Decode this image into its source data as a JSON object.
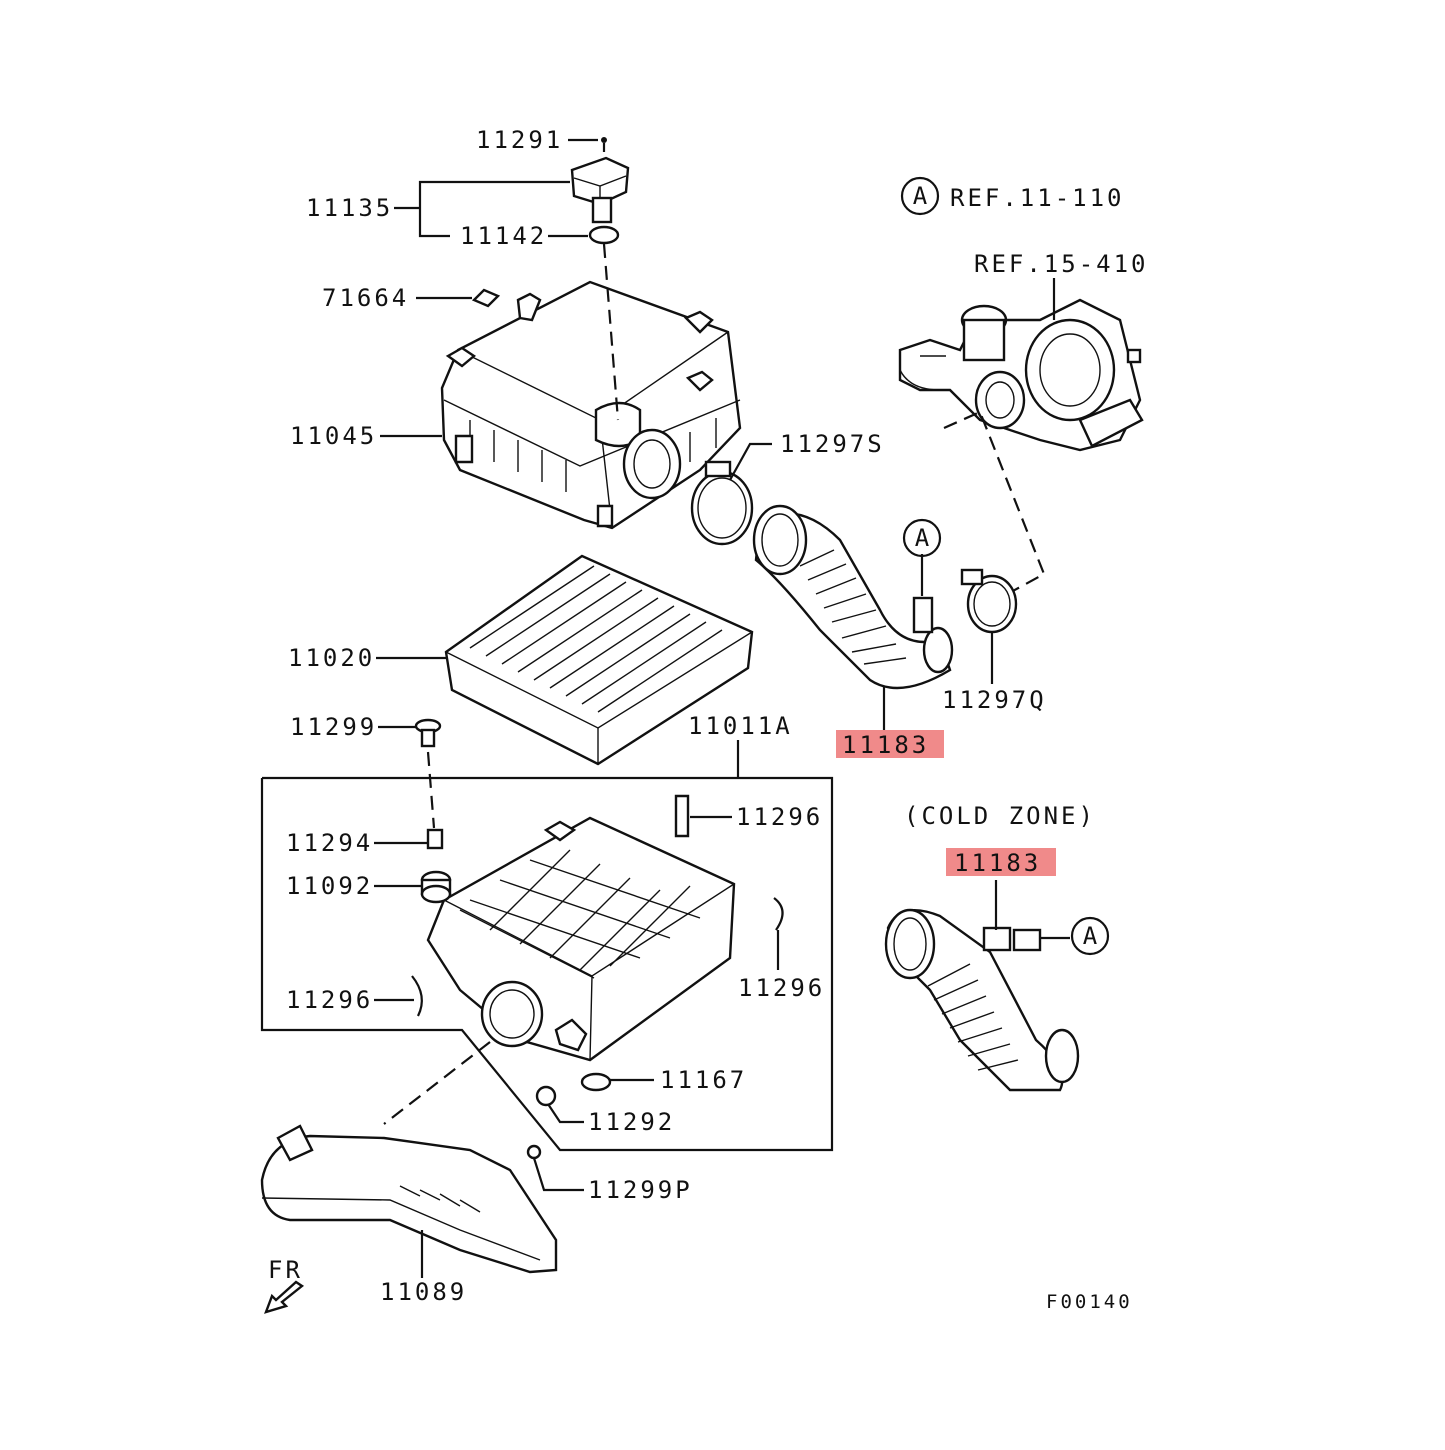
{
  "diagram": {
    "code": "F00140",
    "front_label": "FR",
    "cold_zone_label": "(COLD ZONE)",
    "refs": {
      "ref1": "REF.11-110",
      "ref2": "REF.15-410",
      "marker": "A"
    },
    "parts": {
      "p11291": "11291",
      "p11135": "11135",
      "p11142": "11142",
      "p71664": "71664",
      "p11045": "11045",
      "p11297s": "11297S",
      "p11020": "11020",
      "p11299": "11299",
      "p11011a": "11011A",
      "p11296a": "11296",
      "p11294": "11294",
      "p11092": "11092",
      "p11296b": "11296",
      "p11296c": "11296",
      "p11167": "11167",
      "p11292": "11292",
      "p11299p": "11299P",
      "p11089": "11089",
      "p11297q": "11297Q",
      "p11183a": "11183",
      "p11183b": "11183"
    },
    "highlight_color": "#f08a8a"
  }
}
